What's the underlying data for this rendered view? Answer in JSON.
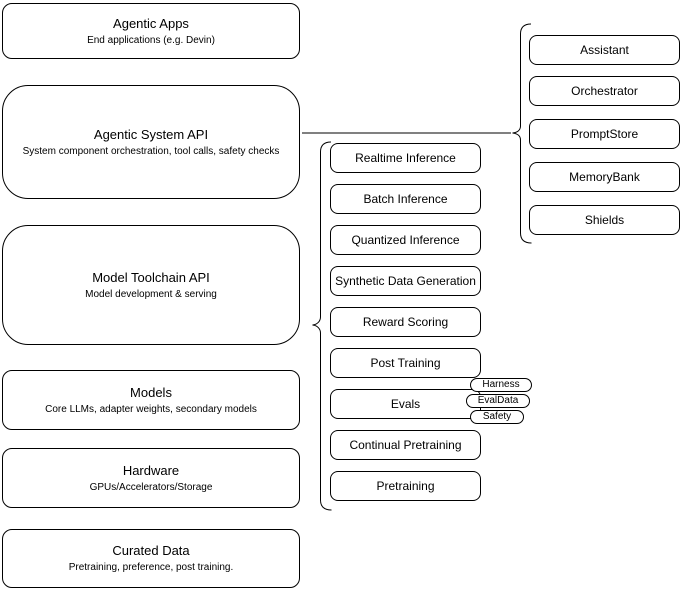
{
  "diagram": {
    "stack": [
      {
        "title": "Agentic Apps",
        "subtitle": "End applications (e.g. Devin)"
      },
      {
        "title": "Agentic System API",
        "subtitle": "System component orchestration, tool calls, safety checks"
      },
      {
        "title": "Model Toolchain API",
        "subtitle": "Model development & serving"
      },
      {
        "title": "Models",
        "subtitle": "Core LLMs, adapter weights, secondary models"
      },
      {
        "title": "Hardware",
        "subtitle": "GPUs/Accelerators/Storage"
      },
      {
        "title": "Curated Data",
        "subtitle": "Pretraining, preference, post training."
      }
    ],
    "toolchain": {
      "items": [
        "Realtime Inference",
        "Batch Inference",
        "Quantized Inference",
        "Synthetic Data Generation",
        "Reward Scoring",
        "Post Training",
        "Evals",
        "Continual Pretraining",
        "Pretraining"
      ],
      "evals_tags": [
        "Harness",
        "EvalData",
        "Safety"
      ]
    },
    "system_components": [
      "Assistant",
      "Orchestrator",
      "PromptStore",
      "MemoryBank",
      "Shields"
    ],
    "colors": {
      "border": "#000000",
      "fill": "#ffffff",
      "background": "#ffffff",
      "text": "#000000"
    }
  }
}
